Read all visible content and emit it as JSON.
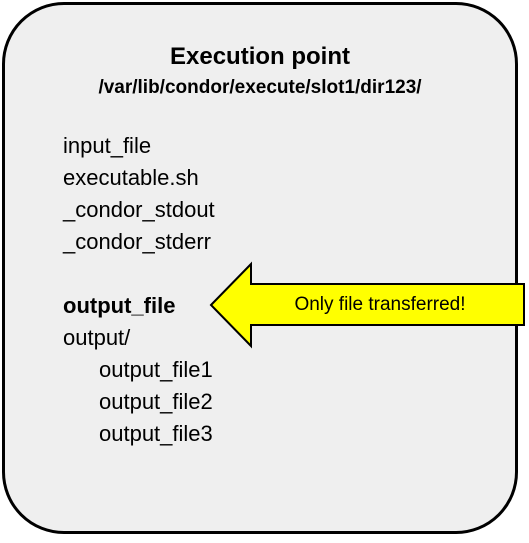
{
  "panel": {
    "title": "Execution point",
    "path": "/var/lib/condor/execute/slot1/dir123/"
  },
  "files": {
    "input_file": "input_file",
    "executable": "executable.sh",
    "stdout": "_condor_stdout",
    "stderr": "_condor_stderr",
    "output_file": "output_file",
    "output_dir": "output/",
    "output_file1": "output_file1",
    "output_file2": "output_file2",
    "output_file3": "output_file3"
  },
  "callout": {
    "text": "Only file transferred!",
    "fill_color": "#ffff00",
    "stroke_color": "#000000"
  },
  "colors": {
    "panel_background": "#efefef",
    "border": "#000000"
  }
}
